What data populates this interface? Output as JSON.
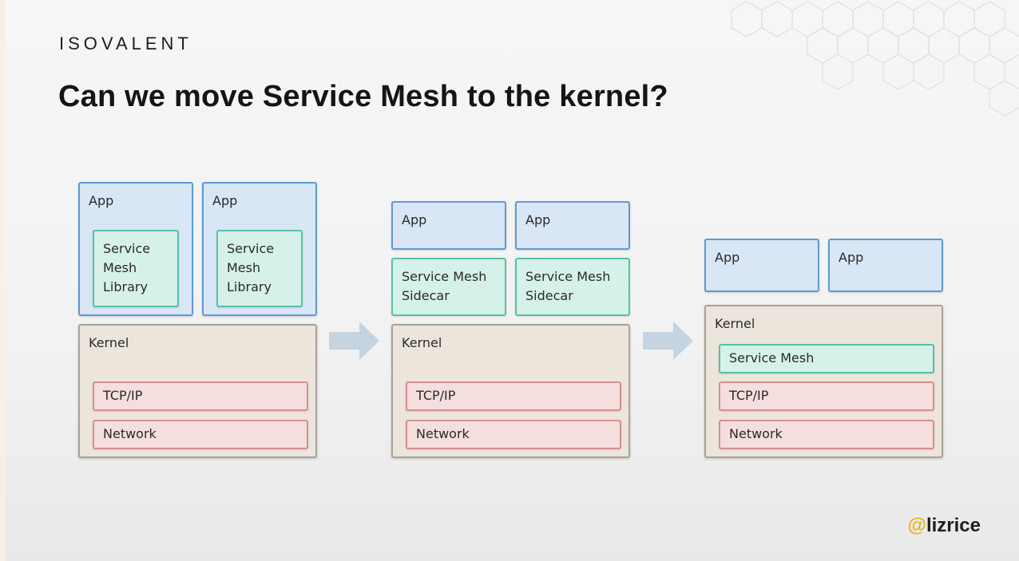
{
  "header": {
    "logo": "ISOVALENT",
    "title": "Can we move Service Mesh to the kernel?"
  },
  "diagram": {
    "panel1": {
      "app_left": {
        "label": "App",
        "inner": "Service\nMesh\nLibrary"
      },
      "app_right": {
        "label": "App",
        "inner": "Service\nMesh\nLibrary"
      },
      "kernel": {
        "label": "Kernel",
        "tcpip": "TCP/IP",
        "network": "Network"
      }
    },
    "panel2": {
      "app_left": "App",
      "app_right": "App",
      "sidecar_left": "Service Mesh\nSidecar",
      "sidecar_right": "Service Mesh\nSidecar",
      "kernel": {
        "label": "Kernel",
        "tcpip": "TCP/IP",
        "network": "Network"
      }
    },
    "panel3": {
      "app_left": "App",
      "app_right": "App",
      "kernel": {
        "label": "Kernel",
        "service_mesh": "Service Mesh",
        "tcpip": "TCP/IP",
        "network": "Network"
      }
    }
  },
  "footer": {
    "handle_at": "@",
    "handle_name": "lizrice"
  },
  "colors": {
    "app_fill": "#d8e6f5",
    "app_border": "#5e9bd1",
    "mesh_fill": "#d6f1ea",
    "mesh_border": "#54c2a6",
    "kernel_fill": "#ebe5dc",
    "kernel_border": "#a8a29a",
    "net_fill": "#f5dede",
    "net_border": "#d98f8f",
    "arrow": "#c4d4e0",
    "handle_accent": "#e7b419"
  }
}
